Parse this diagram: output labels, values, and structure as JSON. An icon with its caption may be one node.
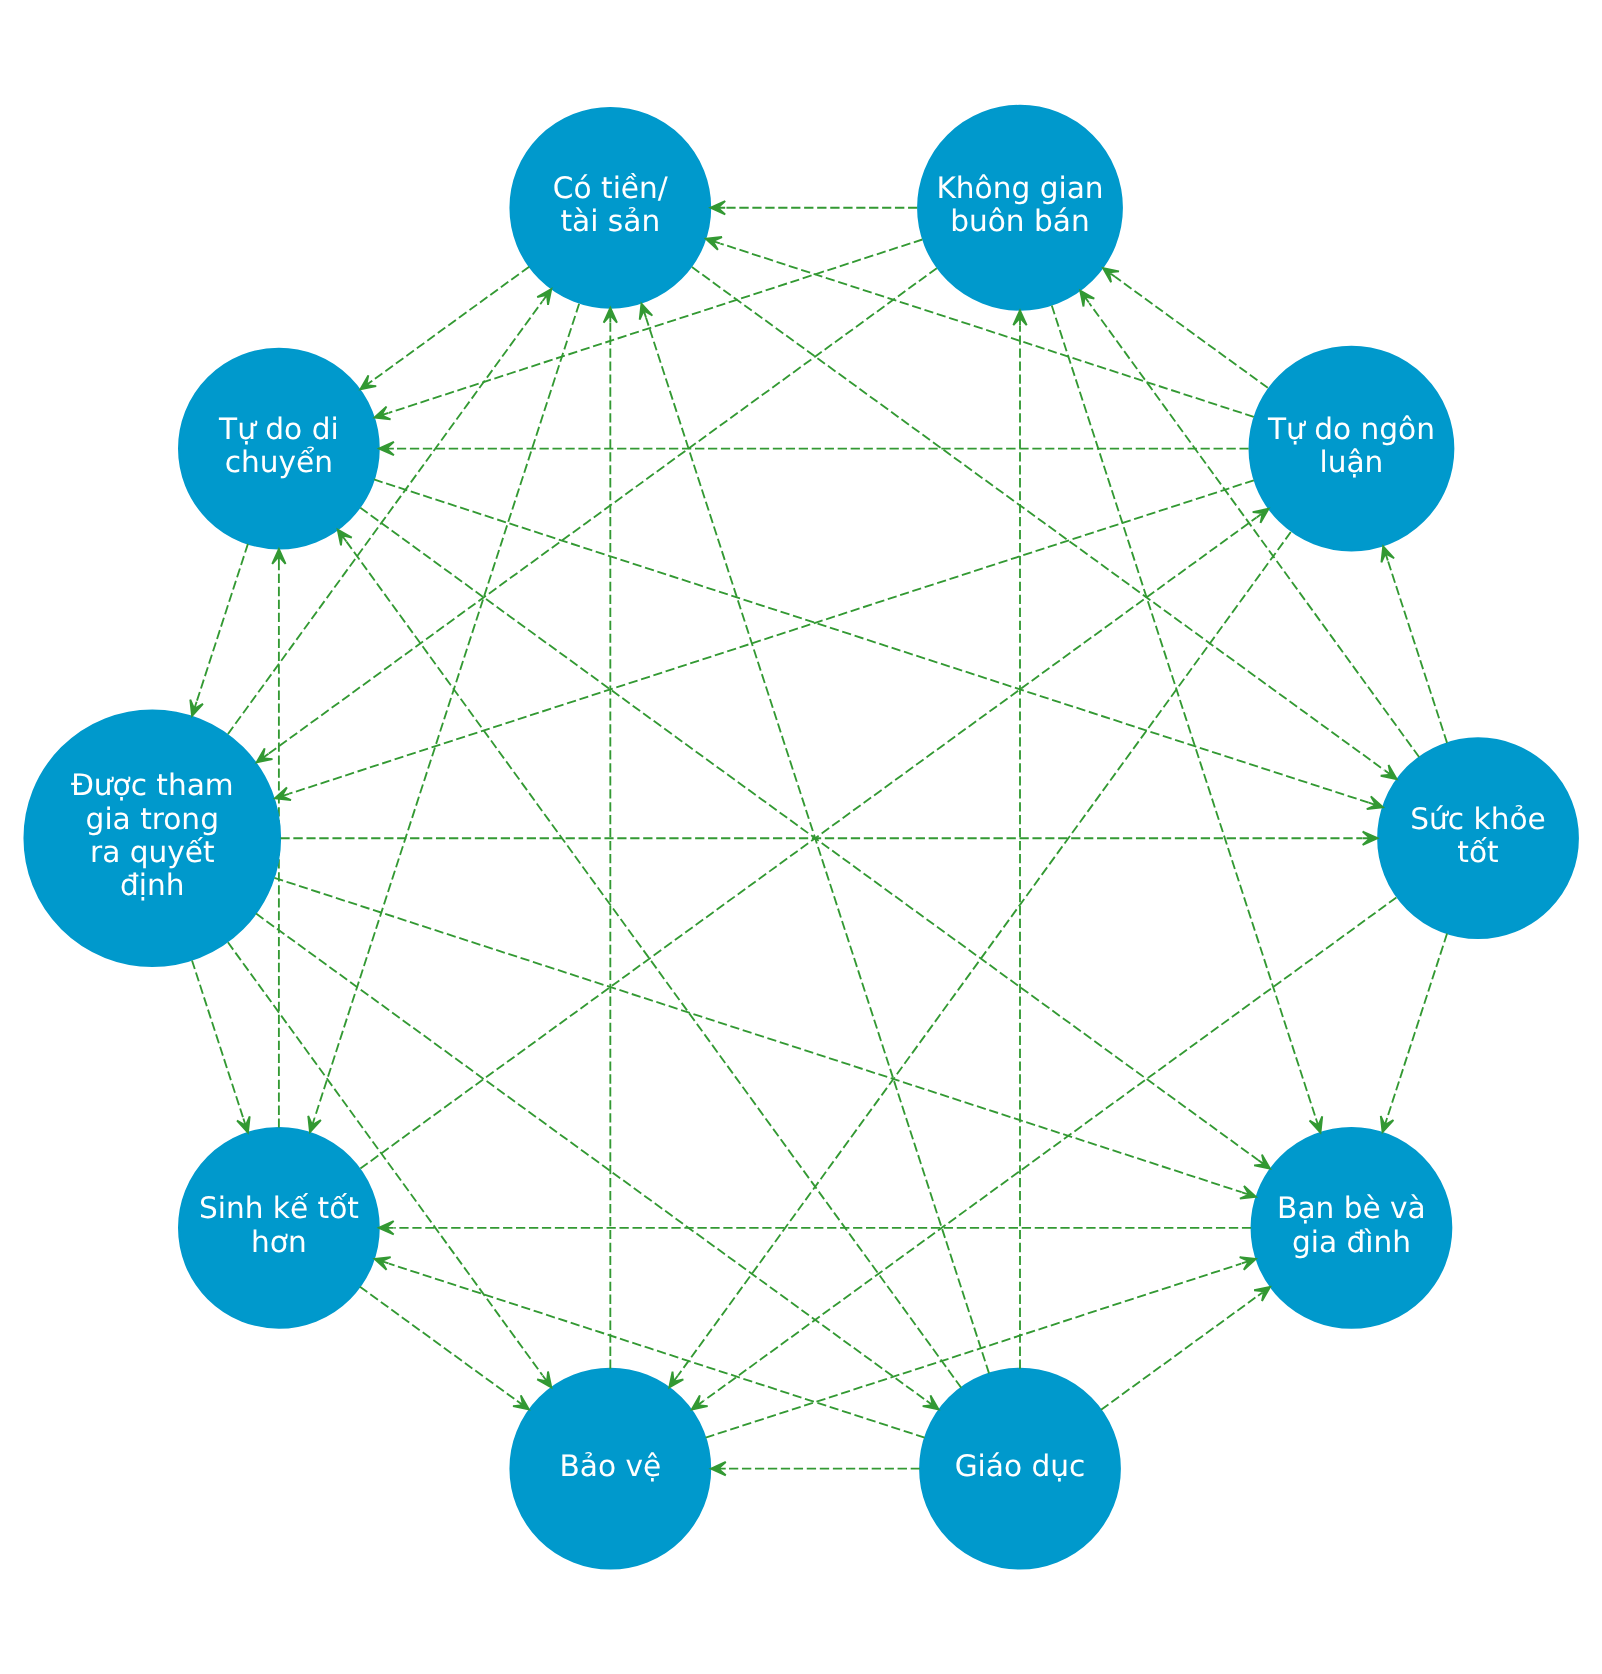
{
  "diagram": {
    "nodes": [
      {
        "text": [
          "Sức khỏe tốt"
        ]
      },
      {
        "text": [
          "Sinh kế tốt hơn"
        ]
      },
      {
        "text": [
          "Không gian buôn bán"
        ]
      },
      {
        "text": [
          "Bảo vệ"
        ]
      },
      {
        "text": [
          "Tự do di chuyển"
        ]
      },
      {
        "text": [
          "Được tham gia trong ra quyết định"
        ]
      },
      {
        "text": [
          "Có tiền/ tài sản"
        ]
      },
      {
        "text": [
          "Bạn bè và gia đình"
        ]
      },
      {
        "text": [
          "Tự do ngôn luận"
        ]
      },
      {
        "text": [
          "Giáo dục"
        ]
      }
    ],
    "edges": [
      {
        "from": 0,
        "to": 2,
        "arrow": "to"
      },
      {
        "from": 1,
        "to": 3,
        "arrow": "to"
      },
      {
        "from": 2,
        "to": 4,
        "arrow": "to"
      },
      {
        "from": 5,
        "to": 3,
        "arrow": "to"
      },
      {
        "from": 6,
        "to": 4,
        "arrow": "to"
      },
      {
        "from": 5,
        "to": 7,
        "arrow": "to"
      },
      {
        "from": 8,
        "to": 6,
        "arrow": "to"
      },
      {
        "from": 9,
        "to": 7,
        "arrow": "to"
      },
      {
        "from": 0,
        "to": 8,
        "arrow": "to"
      },
      {
        "from": 9,
        "to": 1,
        "arrow": "to"
      },
      {
        "from": 0,
        "to": 3,
        "arrow": "to"
      },
      {
        "from": 1,
        "to": 4,
        "arrow": "to"
      },
      {
        "from": 2,
        "to": 5,
        "arrow": "to"
      },
      {
        "from": 3,
        "to": 6,
        "arrow": "to"
      },
      {
        "from": 4,
        "to": 7,
        "arrow": "to"
      },
      {
        "from": 8,
        "to": 5,
        "arrow": "to"
      },
      {
        "from": 9,
        "to": 6,
        "arrow": "to"
      },
      {
        "from": 0,
        "to": 7,
        "arrow": "to"
      },
      {
        "from": 1,
        "to": 8,
        "arrow": "to"
      },
      {
        "from": 9,
        "to": 2,
        "arrow": "to"
      },
      {
        "from": 4,
        "to": 0,
        "arrow": "to"
      },
      {
        "from": 5,
        "to": 1,
        "arrow": "to"
      },
      {
        "from": 2,
        "to": 6,
        "arrow": "to"
      },
      {
        "from": 3,
        "to": 7,
        "arrow": "to"
      },
      {
        "from": 8,
        "to": 4,
        "arrow": "to"
      },
      {
        "from": 5,
        "to": 9,
        "arrow": "to"
      },
      {
        "from": 6,
        "to": 0,
        "arrow": "to"
      },
      {
        "from": 7,
        "to": 1,
        "arrow": "to"
      },
      {
        "from": 8,
        "to": 2,
        "arrow": "to"
      },
      {
        "from": 9,
        "to": 3,
        "arrow": "to"
      },
      {
        "from": 5,
        "to": 0,
        "arrow": "to"
      },
      {
        "from": 6,
        "to": 1,
        "arrow": "to"
      },
      {
        "from": 2,
        "to": 7,
        "arrow": "to"
      },
      {
        "from": 8,
        "to": 3,
        "arrow": "to"
      },
      {
        "from": 9,
        "to": 4,
        "arrow": "to"
      },
      {
        "from": 5,
        "to": 6,
        "arrow": "to"
      },
      {
        "from": 4,
        "to": 5,
        "arrow": "to"
      }
    ]
  }
}
